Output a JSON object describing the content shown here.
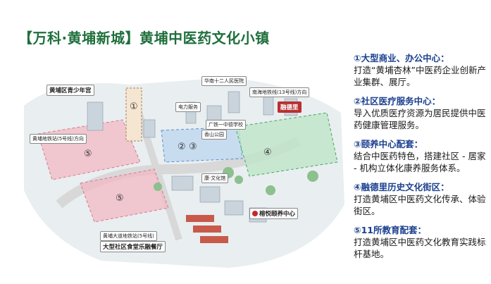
{
  "title": {
    "left": "【万科·黄埔新城】",
    "right": "黄埔中医药文化小镇"
  },
  "map_labels": {
    "youth_palace": "黄埔区青少年宫",
    "twelfth_school": "华南十二人民医院",
    "nanhai_metro": "南海地铁线(13号线)方向",
    "power_bureau": "电力服务",
    "ronghde": "融德里",
    "guangxi_school": "广铁一中德学校",
    "xiangshan_park": "香山公园",
    "huangpu_metro": "黄埔地铁站(5号线)方向",
    "wellness_culture": "康·文化馆",
    "wellness_center": "榕悦颐养中心",
    "canteen": "大型社区食堂乐融餐厅",
    "station_text": "黄埔大道地铁站(5号线)",
    "zone_numbers": [
      "①",
      "②",
      "③",
      "④",
      "⑤",
      "⑤"
    ]
  },
  "items": [
    {
      "head": "①大型商业、办公中心：",
      "body": "打造“黄埔杏林”中医药企业创新产业集群、展厅。"
    },
    {
      "head": "②社区医疗服务中心：",
      "body": "导入优质医疗资源为居民提供中医药健康管理服务。"
    },
    {
      "head": "③颐养中心配套：",
      "body": "结合中医药特色，搭建社区 - 居家 - 机构立体化康养服务体系。"
    },
    {
      "head": "④融德里历史文化街区：",
      "body": "打造黄埔区中医药文化传承、体验街区。"
    },
    {
      "head": "⑤11所教育配套：",
      "body": "打造黄埔区中医药文化教育实践标杆基地。"
    }
  ],
  "colors": {
    "title": "#1f6f3c",
    "item_head": "#1a3f8f",
    "zone_pink": "#f2b8c4",
    "zone_green": "#bfe5c9",
    "zone_blue": "#bcd6f0"
  }
}
